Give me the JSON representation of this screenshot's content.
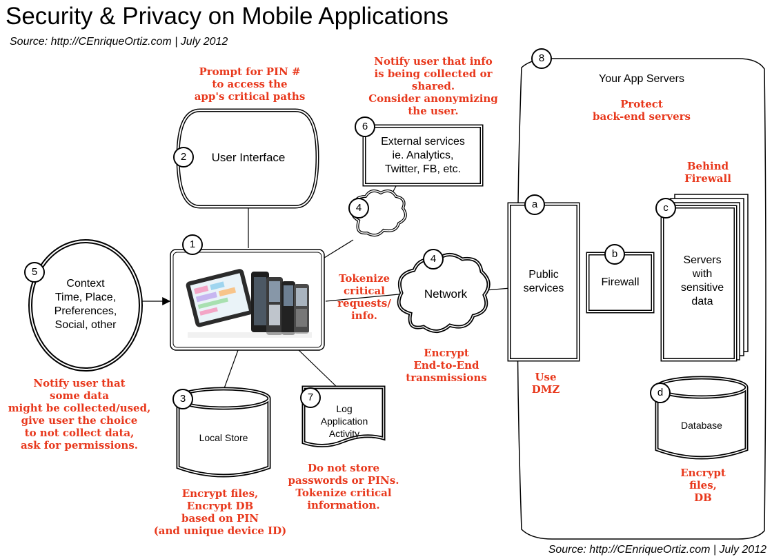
{
  "header": {
    "title": "Security & Privacy on Mobile Applications",
    "source_top": "Source: http://CEnriqueOrtiz.com | July 2012",
    "source_bottom": "Source: http://CEnriqueOrtiz.com | July 2012"
  },
  "nodes": {
    "user_interface": {
      "num": "2",
      "label": "User Interface"
    },
    "external_services": {
      "num": "6",
      "label": "External services\nie. Analytics,\nTwitter, FB, etc."
    },
    "cloud_small": {
      "num": "4"
    },
    "device": {
      "num": "1"
    },
    "context": {
      "num": "5",
      "label": "Context\nTime, Place,\nPreferences,\nSocial, other"
    },
    "network": {
      "num": "4",
      "label": "Network"
    },
    "local_store": {
      "num": "3",
      "label": "Local Store"
    },
    "log": {
      "num": "7",
      "label": "Log\nApplication\nActivity"
    },
    "app_servers": {
      "num": "8",
      "label": "Your App Servers"
    },
    "public_services": {
      "num": "a",
      "label": "Public\nservices"
    },
    "firewall": {
      "num": "b",
      "label": "Firewall"
    },
    "sensitive_servers": {
      "num": "c",
      "label": "Servers\nwith\nsensitive\ndata"
    },
    "database": {
      "num": "d",
      "label": "Database"
    }
  },
  "notes": {
    "pin": "Prompt for PIN #\nto access the\napp's critical paths",
    "notify_collect": "Notify user that info\nis being collected or\nshared.\nConsider anonymizing\nthe user.",
    "protect": "Protect\nback-end servers",
    "behind_firewall": "Behind\nFirewall",
    "tokenize": "Tokenize\ncritical\nrequests/\ninfo.",
    "encrypt_transmissions": "Encrypt\nEnd-to-End\ntransmissions",
    "use_dmz": "Use\nDMZ",
    "notify_choice": "Notify user that\nsome data\nmight be collected/used,\ngive user the choice\nto not collect data,\nask for permissions.",
    "encrypt_files": "Encrypt files,\nEncrypt DB\nbased on PIN\n(and unique device ID)",
    "no_store": "Do not store\npasswords or PINs.\nTokenize critical\ninformation.",
    "encrypt_db": "Encrypt\nfiles,\nDB"
  },
  "colors": {
    "note": "#e8381c",
    "line": "#000000",
    "fill": "#ffffff"
  }
}
